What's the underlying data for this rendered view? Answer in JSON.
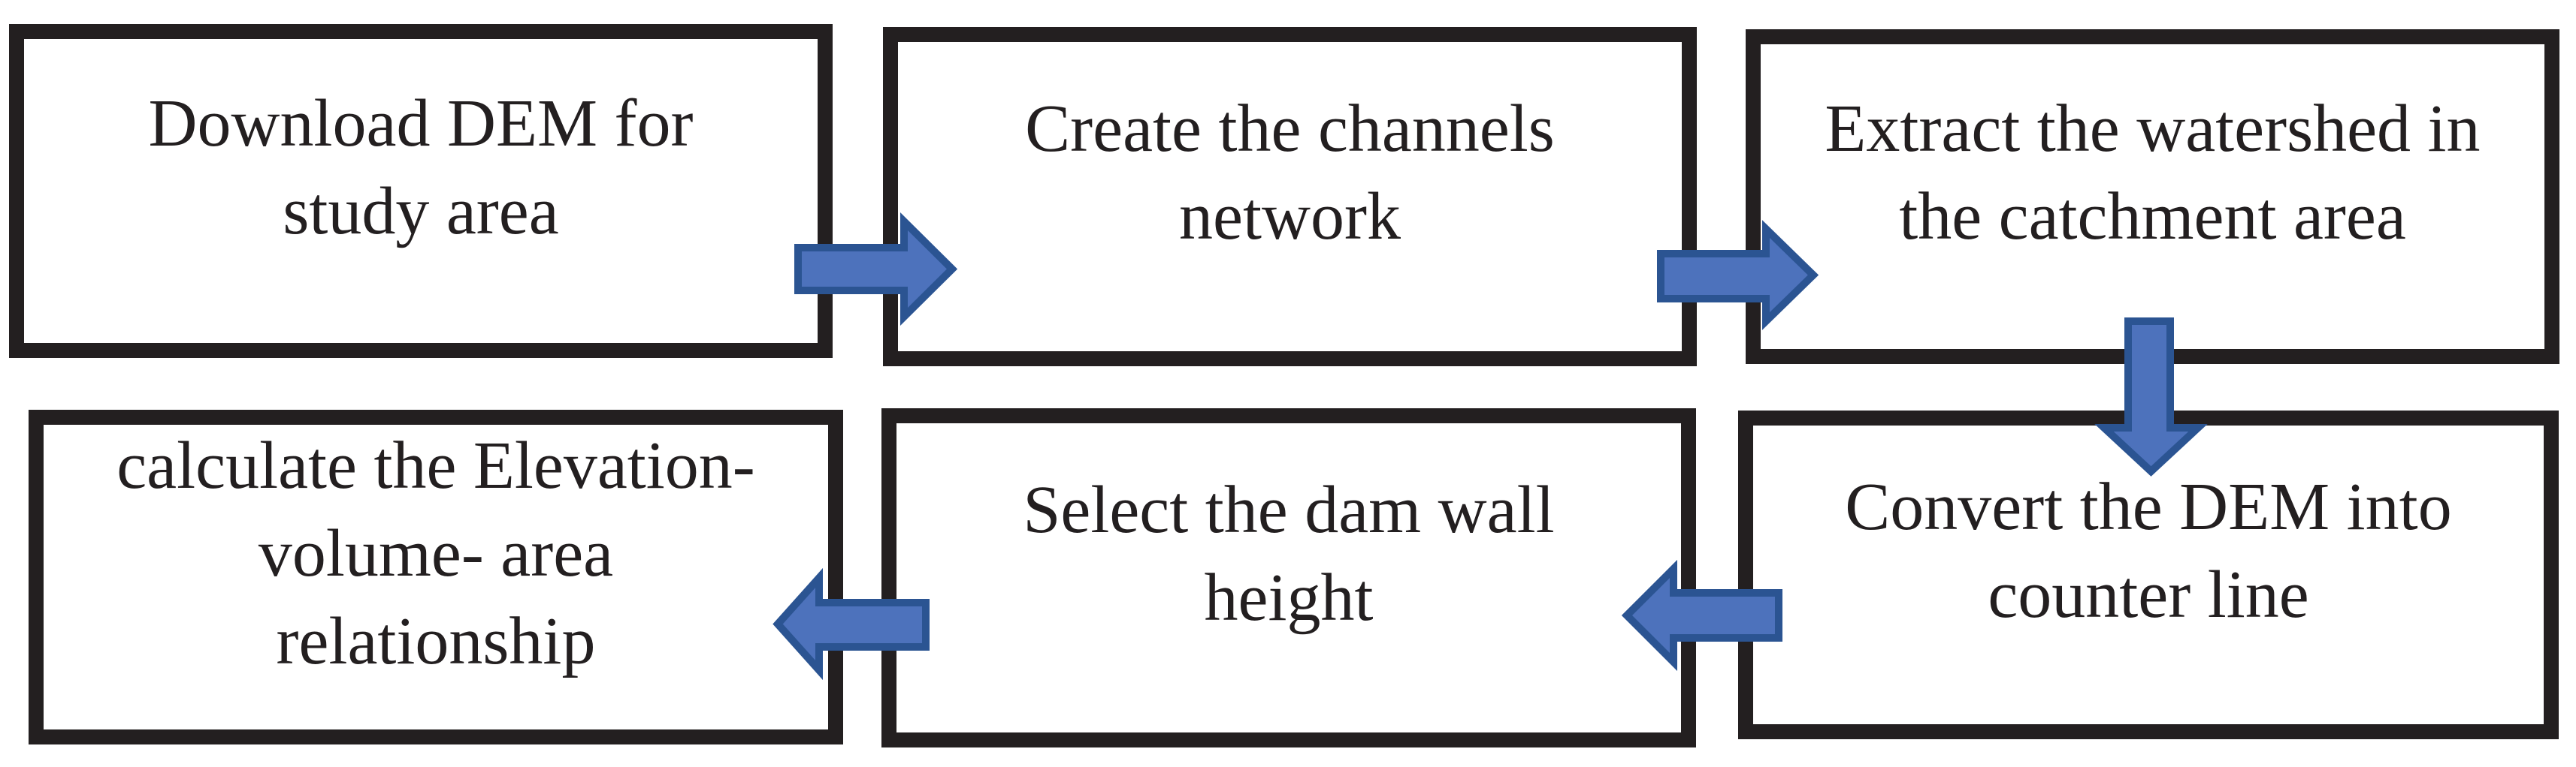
{
  "diagram": {
    "type": "flowchart",
    "boxes": [
      {
        "flow_step": 1,
        "lines": [
          "Download DEM for",
          "study area"
        ]
      },
      {
        "flow_step": 2,
        "lines": [
          "Create the channels",
          "network"
        ]
      },
      {
        "flow_step": 3,
        "lines": [
          "Extract the watershed in",
          "the catchment area"
        ]
      },
      {
        "flow_step": 6,
        "lines": [
          "calculate the Elevation-",
          "volume- area",
          "relationship"
        ]
      },
      {
        "flow_step": 5,
        "lines": [
          "Select the dam wall",
          "height"
        ]
      },
      {
        "flow_step": 4,
        "lines": [
          "Convert the DEM into",
          "counter line"
        ]
      }
    ],
    "arrows": [
      {
        "from_step": 1,
        "to_step": 2,
        "direction": "right"
      },
      {
        "from_step": 2,
        "to_step": 3,
        "direction": "right"
      },
      {
        "from_step": 3,
        "to_step": 4,
        "direction": "down"
      },
      {
        "from_step": 4,
        "to_step": 5,
        "direction": "left"
      },
      {
        "from_step": 5,
        "to_step": 6,
        "direction": "left"
      }
    ],
    "colors": {
      "background": "#FFFFFF",
      "box-border": "#231F20",
      "text-color": "#231F20",
      "arrow-fill": "#4D72BC",
      "arrow-stroke": "#2B5492"
    }
  }
}
